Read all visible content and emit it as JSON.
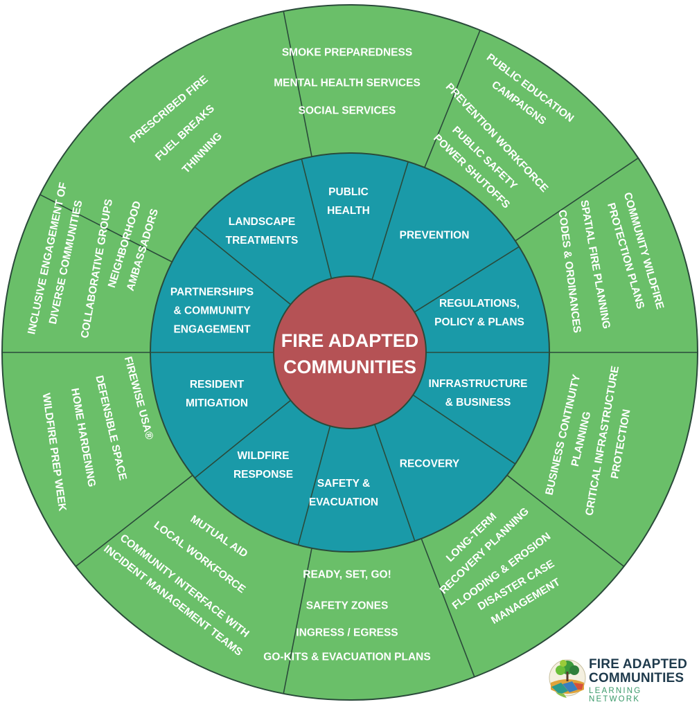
{
  "colors": {
    "outer_ring": "#6abf69",
    "inner_ring": "#1a9aa8",
    "center": "#b55255",
    "stroke": "#2a4a3a",
    "text": "#ffffff"
  },
  "center": {
    "lines": [
      "FIRE ADAPTED",
      "COMMUNITIES"
    ]
  },
  "segments": [
    {
      "inner": [
        "PUBLIC",
        "HEALTH"
      ],
      "outer": [
        [
          "SMOKE PREPAREDNESS"
        ],
        [
          "MENTAL HEALTH SERVICES"
        ],
        [
          "SOCIAL SERVICES"
        ]
      ]
    },
    {
      "inner": [
        "PREVENTION"
      ],
      "outer": [
        [
          "PUBLIC EDUCATION",
          "CAMPAIGNS"
        ],
        [
          "PREVENTION WORKFORCE"
        ],
        [
          "PUBLIC SAFETY",
          "POWER SHUTOFFS"
        ]
      ]
    },
    {
      "inner": [
        "REGULATIONS,",
        "POLICY & PLANS"
      ],
      "outer": [
        [
          "COMMUNITY WILDFIRE",
          "PROTECTION PLANS"
        ],
        [
          "SPATIAL FIRE PLANNING"
        ],
        [
          "CODES & ORDINANCES"
        ]
      ]
    },
    {
      "inner": [
        "INFRASTRUCTURE",
        "& BUSINESS"
      ],
      "outer": [
        [
          "CRITICAL INFRASTRUCTURE",
          "PROTECTION"
        ],
        [
          "BUSINESS CONTINUITY",
          "PLANNING"
        ]
      ]
    },
    {
      "inner": [
        "RECOVERY"
      ],
      "outer": [
        [
          "LONG-TERM",
          "RECOVERY PLANNING"
        ],
        [
          "FLOODING & EROSION"
        ],
        [
          "DISASTER CASE",
          "MANAGEMENT"
        ]
      ]
    },
    {
      "inner": [
        "SAFETY &",
        "EVACUATION"
      ],
      "outer": [
        [
          "READY, SET, GO!"
        ],
        [
          "SAFETY ZONES"
        ],
        [
          "INGRESS / EGRESS"
        ],
        [
          "GO-KITS & EVACUATION PLANS"
        ]
      ]
    },
    {
      "inner": [
        "WILDFIRE",
        "RESPONSE"
      ],
      "outer": [
        [
          "MUTUAL AID"
        ],
        [
          "LOCAL WORKFORCE"
        ],
        [
          "COMMUNITY INTERFACE WITH",
          "INCIDENT MANAGEMENT TEAMS"
        ]
      ]
    },
    {
      "inner": [
        "RESIDENT",
        "MITIGATION"
      ],
      "outer": [
        [
          "FIREWISE USA®"
        ],
        [
          "DEFENSIBLE SPACE"
        ],
        [
          "HOME HARDENING"
        ],
        [
          "WILDFIRE PREP WEEK"
        ]
      ]
    },
    {
      "inner": [
        "PARTNERSHIPS",
        "& COMMUNITY",
        "ENGAGEMENT"
      ],
      "outer": [
        [
          "INCLUSIVE ENGAGEMENT OF",
          "DIVERSE COMMUNITIES"
        ],
        [
          "COLLABORATIVE GROUPS"
        ],
        [
          "NEIGHBORHOOD",
          "AMBASSADORS"
        ]
      ]
    },
    {
      "inner": [
        "LANDSCAPE",
        "TREATMENTS"
      ],
      "outer": [
        [
          "PRESCRIBED FIRE"
        ],
        [
          "FUEL BREAKS"
        ],
        [
          "THINNING"
        ]
      ]
    }
  ],
  "logo": {
    "title_line1": "FIRE ADAPTED",
    "title_line2": "COMMUNITIES",
    "subtitle": "LEARNING NETWORK"
  }
}
